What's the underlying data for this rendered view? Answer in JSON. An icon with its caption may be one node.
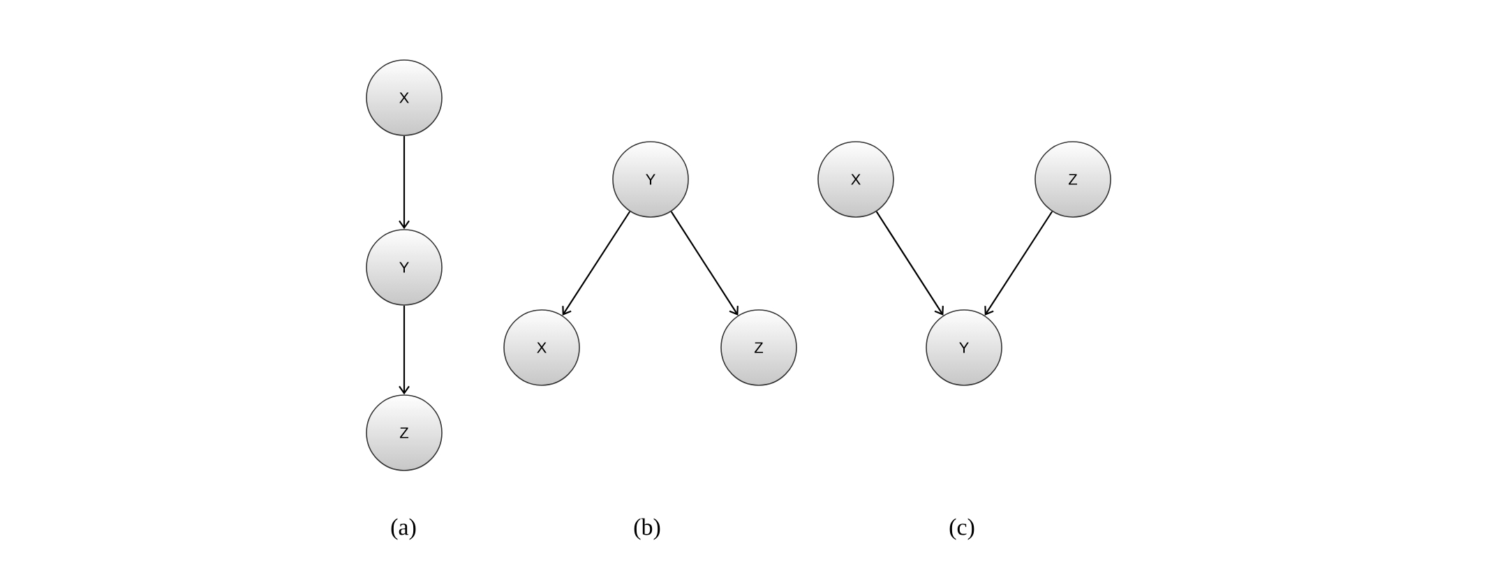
{
  "diagram": {
    "nodes": [
      {
        "text": [
          "X"
        ]
      },
      {
        "text": [
          "Y"
        ]
      },
      {
        "text": [
          "Z"
        ]
      },
      {
        "text": [
          "Y"
        ]
      },
      {
        "text": [
          "X"
        ]
      },
      {
        "text": [
          "Z"
        ]
      },
      {
        "text": [
          "X"
        ]
      },
      {
        "text": [
          "Z"
        ]
      },
      {
        "text": [
          "Y"
        ]
      }
    ],
    "edges": [
      {
        "from": 0,
        "to": 1,
        "arrow": "to"
      },
      {
        "from": 1,
        "to": 2,
        "arrow": "to"
      },
      {
        "from": 3,
        "to": 4,
        "arrow": "to"
      },
      {
        "from": 3,
        "to": 5,
        "arrow": "to"
      },
      {
        "from": 6,
        "to": 8,
        "arrow": "to"
      },
      {
        "from": 7,
        "to": 8,
        "arrow": "to"
      }
    ],
    "labels": [
      "(a)",
      "(b)",
      "(c)"
    ]
  }
}
